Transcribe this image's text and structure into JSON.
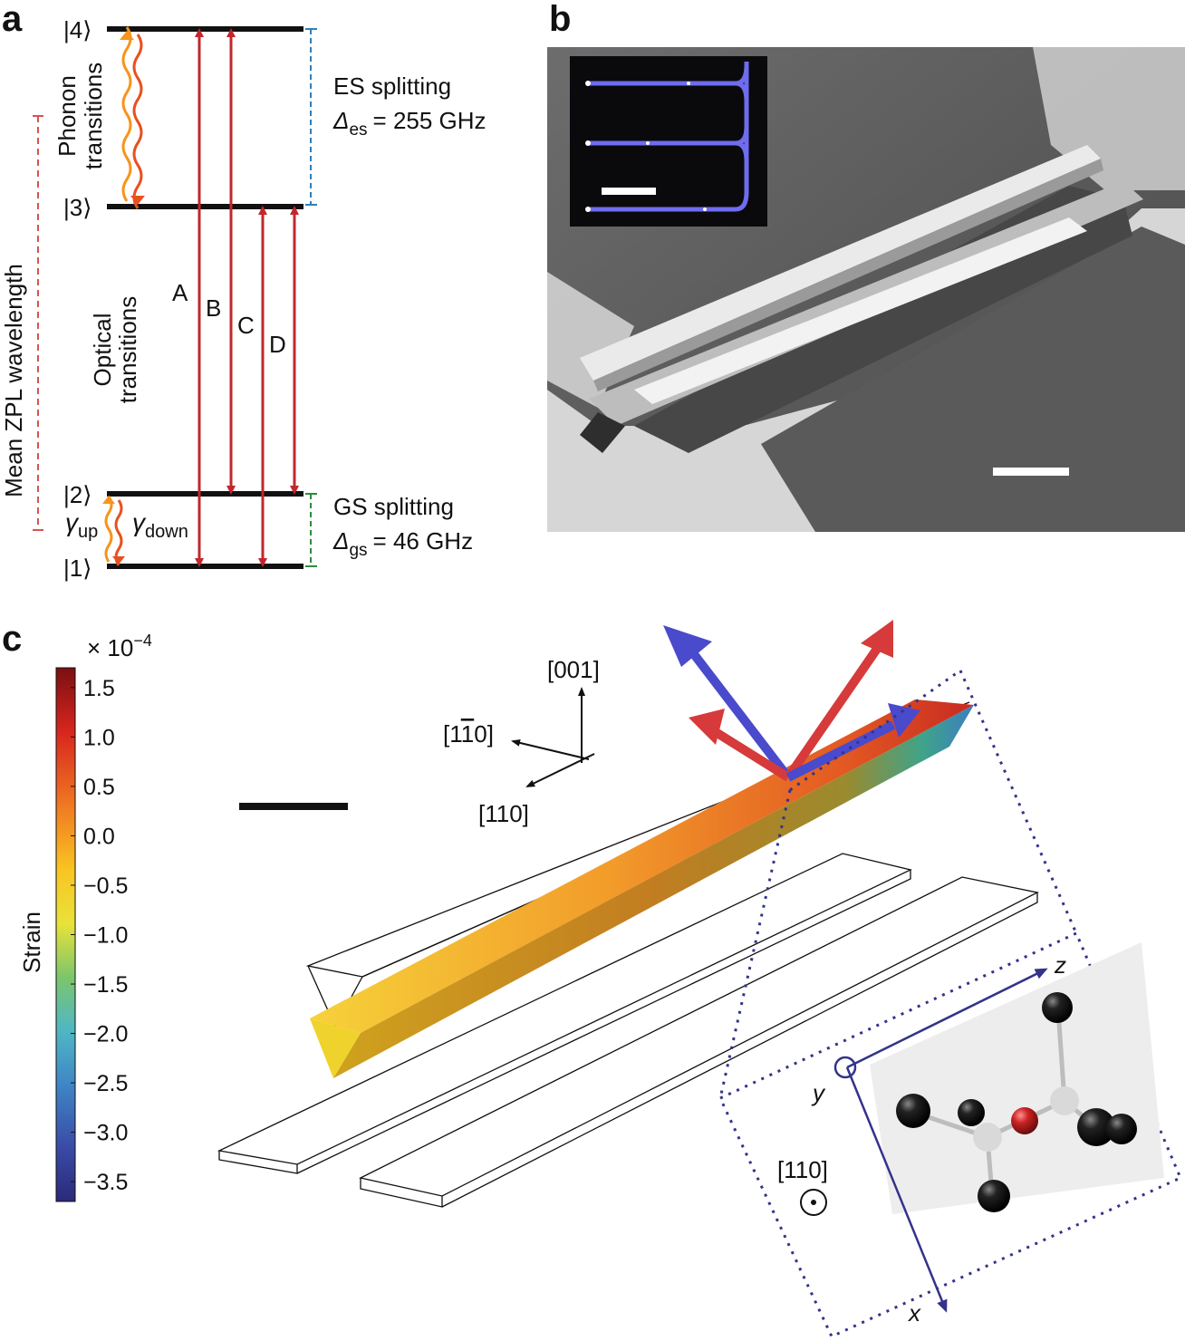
{
  "panel_a": {
    "label": "a",
    "states": {
      "s4": "|4⟩",
      "s3": "|3⟩",
      "s2": "|2⟩",
      "s1": "|1⟩"
    },
    "phonon_line1": "Phonon",
    "phonon_line2": "transitions",
    "optical_line1": "Optical",
    "optical_line2": "transitions",
    "mean_zpl": "Mean ZPL  wavelength",
    "transitions": [
      "A",
      "B",
      "C",
      "D"
    ],
    "es_title": "ES splitting",
    "es_symbol": "Δ",
    "es_sub": "es",
    "es_value": "= 255 GHz",
    "gs_title": "GS splitting",
    "gs_symbol": "Δ",
    "gs_sub": "gs",
    "gs_value": "= 46 GHz",
    "gamma": "γ",
    "gamma_up": "up",
    "gamma_down": "down",
    "colors": {
      "optical": "#c1272d",
      "phonon_up": "#f7941d",
      "phonon_down": "#e8501f",
      "es_bracket": "#2f7fb8",
      "gs_bracket": "#2e8b3e",
      "zpl_bracket": "#d9534f"
    }
  },
  "panel_b": {
    "label": "b",
    "description_icon": "sem-micrograph-icon"
  },
  "panel_c": {
    "label": "c",
    "colorbar": {
      "exponent_prefix": "× 10",
      "exponent": "−4",
      "title": "Strain",
      "ticks": [
        "1.5",
        "1.0",
        "0.5",
        "0.0",
        "−0.5",
        "−1.0",
        "−1.5",
        "−2.0",
        "−2.5",
        "−3.0",
        "−3.5"
      ],
      "tick_values": [
        1.5,
        1.0,
        0.5,
        0.0,
        -0.5,
        -1.0,
        -1.5,
        -2.0,
        -2.5,
        -3.0,
        -3.5
      ],
      "range": [
        -3.7,
        1.7
      ]
    },
    "axes": {
      "a001": "[001]",
      "a1m10": "[1",
      "a1m10_bar": "1",
      "a1m10_end": "0]",
      "a110": "[110]"
    },
    "inset": {
      "z": "z",
      "y": "y",
      "x": "x",
      "normal": "[110]"
    },
    "colors": {
      "inset_border": "#33338a",
      "arrow_blue": "#4a4acc",
      "arrow_red": "#d63a3a",
      "atom_center": "#cc2222"
    }
  }
}
